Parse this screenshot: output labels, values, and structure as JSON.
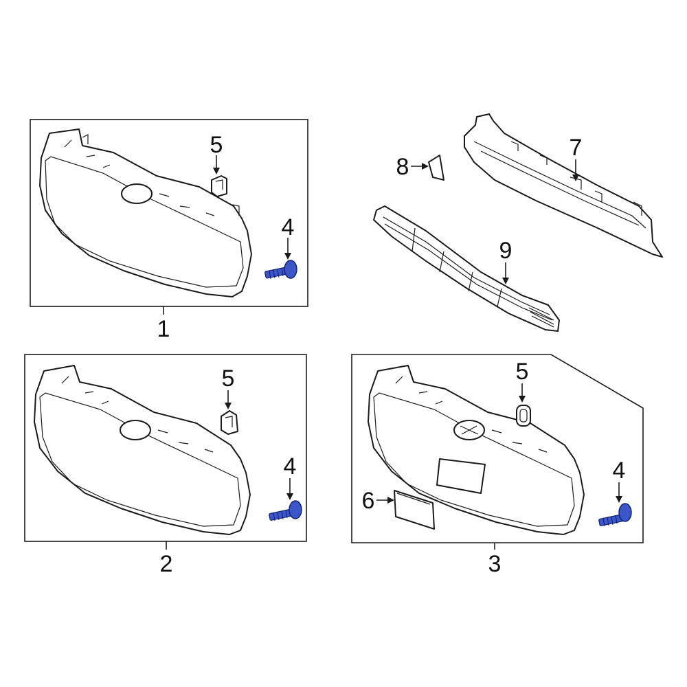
{
  "callouts": {
    "c1": "1",
    "c2": "2",
    "c3": "3",
    "c4a": "4",
    "c4b": "4",
    "c4c": "4",
    "c5a": "5",
    "c5b": "5",
    "c5c": "5",
    "c6": "6",
    "c7": "7",
    "c8": "8",
    "c9": "9"
  },
  "colors": {
    "line": "#1a1a1a",
    "fastener": "#3b56c8"
  },
  "icons": {
    "fastener": "bolt-icon",
    "arrow": "arrow-icon"
  }
}
